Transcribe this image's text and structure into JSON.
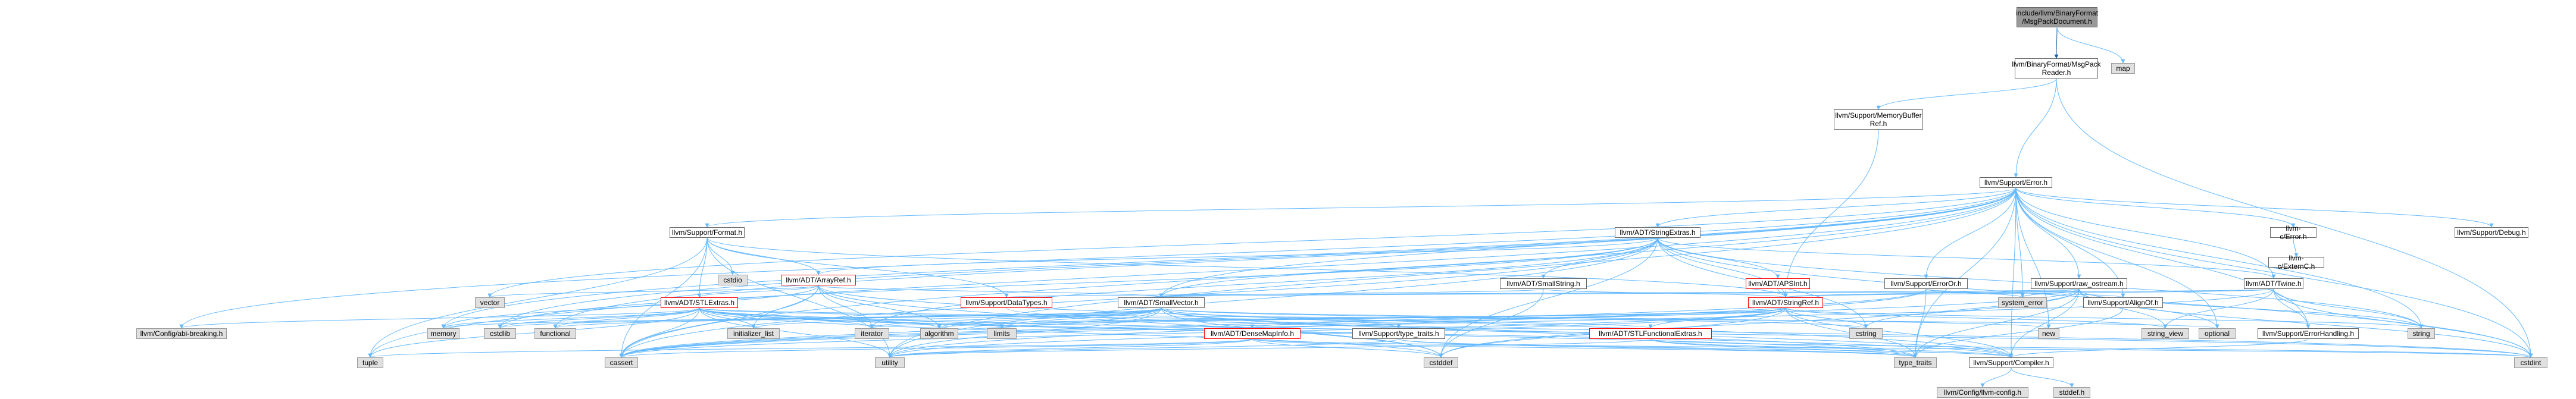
{
  "graph": {
    "nodes": {
      "root": "include/llvm/BinaryFormat\n/MsgPackDocument.h",
      "mpreader": "llvm/BinaryFormat/MsgPack\nReader.h",
      "map": "map",
      "membuf": "llvm/Support/MemoryBuffer\nRef.h",
      "error": "llvm/Support/Error.h",
      "format": "llvm/Support/Format.h",
      "strext": "llvm/ADT/StringExtras.h",
      "cerror": "llvm-c/Error.h",
      "debug": "llvm/Support/Debug.h",
      "externc": "llvm-c/ExternC.h",
      "cstdio": "cstdio",
      "arrayref": "llvm/ADT/ArrayRef.h",
      "smallstring": "llvm/ADT/SmallString.h",
      "apsint": "llvm/ADT/APSInt.h",
      "erroror": "llvm/Support/ErrorOr.h",
      "rawos": "llvm/Support/raw_ostream.h",
      "twine": "llvm/ADT/Twine.h",
      "vector": "vector",
      "stlextras": "llvm/ADT/STLExtras.h",
      "datatypes": "llvm/Support/DataTypes.h",
      "smallvector": "llvm/ADT/SmallVector.h",
      "stringref": "llvm/ADT/StringRef.h",
      "syserr": "system_error",
      "alignof": "llvm/Support/AlignOf.h",
      "abibreak": "llvm/Config/abi-breaking.h",
      "memory": "memory",
      "cstdlib": "cstdlib",
      "functional": "functional",
      "initlist": "initializer_list",
      "iterator": "iterator",
      "algorithm": "algorithm",
      "limits": "limits",
      "densemap": "llvm/ADT/DenseMapInfo.h",
      "typetraits_s": "llvm/Support/type_traits.h",
      "stlfunc": "llvm/ADT/STLFunctionalExtras.h",
      "cstring": "cstring",
      "new": "new",
      "stringview": "string_view",
      "optional": "optional",
      "errhandling": "llvm/Support/ErrorHandling.h",
      "string": "string",
      "tuple": "tuple",
      "cassert": "cassert",
      "utility": "utility",
      "cstddef": "cstddef",
      "typetraits": "type_traits",
      "compiler": "llvm/Support/Compiler.h",
      "cstdint": "cstdint",
      "llvmconfig": "llvm/Config/llvm-config.h",
      "stddef": "stddef.h"
    }
  },
  "colors": {
    "edge": "#63b8ff",
    "edge_dark": "#1c5f9a",
    "focus_fill": "#999999",
    "grey_fill": "#e0e0e0",
    "red_border": "#ff0000"
  }
}
